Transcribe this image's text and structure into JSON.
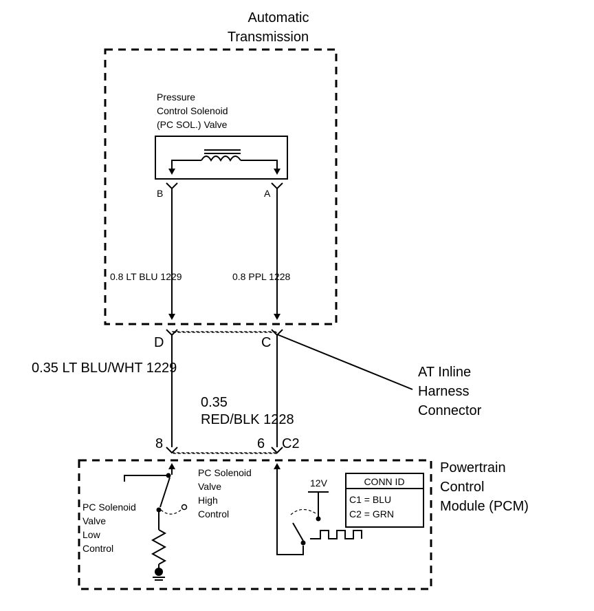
{
  "transmission": {
    "title_line1": "Automatic",
    "title_line2": "Transmission"
  },
  "solenoid": {
    "label_line1": "Pressure",
    "label_line2": "Control Solenoid",
    "label_line3": "(PC SOL.) Valve",
    "terminal_b": "B",
    "terminal_a": "A"
  },
  "wires_upper": {
    "left": "0.8 LT BLU  1229",
    "right": "0.8 PPL  1228"
  },
  "inline_connector": {
    "terminal_d": "D",
    "terminal_c": "C",
    "callout_line1": "AT Inline",
    "callout_line2": "Harness",
    "callout_line3": "Connector"
  },
  "wires_lower": {
    "left": "0.35 LT BLU/WHT  1229",
    "right_line1": "0.35",
    "right_line2": "RED/BLK  1228"
  },
  "pcm_connector": {
    "pin_left": "8",
    "pin_right": "6",
    "connector_id": "C2"
  },
  "pcm": {
    "title_line1": "Powertrain",
    "title_line2": "Control",
    "title_line3": "Module (PCM)",
    "high_control_line1": "PC Solenoid",
    "high_control_line2": "Valve",
    "high_control_line3": "High",
    "high_control_line4": "Control",
    "low_control_line1": "PC Solenoid",
    "low_control_line2": "Valve",
    "low_control_line3": "Low",
    "low_control_line4": "Control",
    "supply_voltage": "12V",
    "conn_id_header": "CONN ID",
    "conn_id_row1": "C1 = BLU",
    "conn_id_row2": "C2 = GRN"
  }
}
